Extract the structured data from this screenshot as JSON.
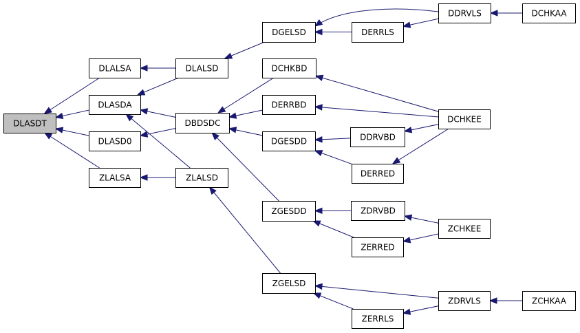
{
  "colors": {
    "edge": "#191970",
    "node_fill": "#ffffff",
    "root_fill": "#bfbfbf",
    "node_border": "#000000",
    "text": "#000000"
  },
  "nodes": [
    {
      "id": "DLASDT",
      "label": "DLASDT",
      "root": true
    },
    {
      "id": "DLALSA",
      "label": "DLALSA"
    },
    {
      "id": "DLASDA",
      "label": "DLASDA"
    },
    {
      "id": "DLASD0",
      "label": "DLASD0"
    },
    {
      "id": "ZLALSA",
      "label": "ZLALSA"
    },
    {
      "id": "DLALSD",
      "label": "DLALSD"
    },
    {
      "id": "DBDSDC",
      "label": "DBDSDC"
    },
    {
      "id": "ZLALSD",
      "label": "ZLALSD"
    },
    {
      "id": "DGELSD",
      "label": "DGELSD"
    },
    {
      "id": "DCHKBD",
      "label": "DCHKBD"
    },
    {
      "id": "DERRBD",
      "label": "DERRBD"
    },
    {
      "id": "DGESDD",
      "label": "DGESDD"
    },
    {
      "id": "ZGESDD",
      "label": "ZGESDD"
    },
    {
      "id": "ZGELSD",
      "label": "ZGELSD"
    },
    {
      "id": "DERRLS",
      "label": "DERRLS"
    },
    {
      "id": "DDRVLS",
      "label": "DDRVLS"
    },
    {
      "id": "DCHKAA",
      "label": "DCHKAA"
    },
    {
      "id": "DDRVBD",
      "label": "DDRVBD"
    },
    {
      "id": "DERRED",
      "label": "DERRED"
    },
    {
      "id": "DCHKEE",
      "label": "DCHKEE"
    },
    {
      "id": "ZDRVBD",
      "label": "ZDRVBD"
    },
    {
      "id": "ZERRED",
      "label": "ZERRED"
    },
    {
      "id": "ZCHKEE",
      "label": "ZCHKEE"
    },
    {
      "id": "ZERRLS",
      "label": "ZERRLS"
    },
    {
      "id": "ZDRVLS",
      "label": "ZDRVLS"
    },
    {
      "id": "ZCHKAA",
      "label": "ZCHKAA"
    }
  ],
  "edges": [
    {
      "from": "DLALSA",
      "to": "DLASDT"
    },
    {
      "from": "DLASDA",
      "to": "DLASDT"
    },
    {
      "from": "DLASD0",
      "to": "DLASDT"
    },
    {
      "from": "ZLALSA",
      "to": "DLASDT"
    },
    {
      "from": "DLALSD",
      "to": "DLALSA"
    },
    {
      "from": "DLALSD",
      "to": "DLASDA"
    },
    {
      "from": "DBDSDC",
      "to": "DLASDA"
    },
    {
      "from": "ZLALSD",
      "to": "DLASDA"
    },
    {
      "from": "DBDSDC",
      "to": "DLASD0"
    },
    {
      "from": "ZLALSD",
      "to": "ZLALSA"
    },
    {
      "from": "DGELSD",
      "to": "DLALSD"
    },
    {
      "from": "DCHKBD",
      "to": "DBDSDC"
    },
    {
      "from": "DERRBD",
      "to": "DBDSDC"
    },
    {
      "from": "DGESDD",
      "to": "DBDSDC"
    },
    {
      "from": "ZGESDD",
      "to": "DBDSDC"
    },
    {
      "from": "ZGELSD",
      "to": "ZLALSD"
    },
    {
      "from": "DDRVLS",
      "to": "DGELSD"
    },
    {
      "from": "DERRLS",
      "to": "DGELSD"
    },
    {
      "from": "DDRVLS",
      "to": "DERRLS"
    },
    {
      "from": "DCHKAA",
      "to": "DDRVLS"
    },
    {
      "from": "DCHKEE",
      "to": "DCHKBD"
    },
    {
      "from": "DCHKEE",
      "to": "DERRBD"
    },
    {
      "from": "DDRVBD",
      "to": "DGESDD"
    },
    {
      "from": "DERRED",
      "to": "DGESDD"
    },
    {
      "from": "DCHKEE",
      "to": "DDRVBD"
    },
    {
      "from": "DCHKEE",
      "to": "DERRED"
    },
    {
      "from": "ZDRVBD",
      "to": "ZGESDD"
    },
    {
      "from": "ZERRED",
      "to": "ZGESDD"
    },
    {
      "from": "ZCHKEE",
      "to": "ZDRVBD"
    },
    {
      "from": "ZCHKEE",
      "to": "ZERRED"
    },
    {
      "from": "ZDRVLS",
      "to": "ZGELSD"
    },
    {
      "from": "ZERRLS",
      "to": "ZGELSD"
    },
    {
      "from": "ZDRVLS",
      "to": "ZERRLS"
    },
    {
      "from": "ZCHKAA",
      "to": "ZDRVLS"
    }
  ]
}
